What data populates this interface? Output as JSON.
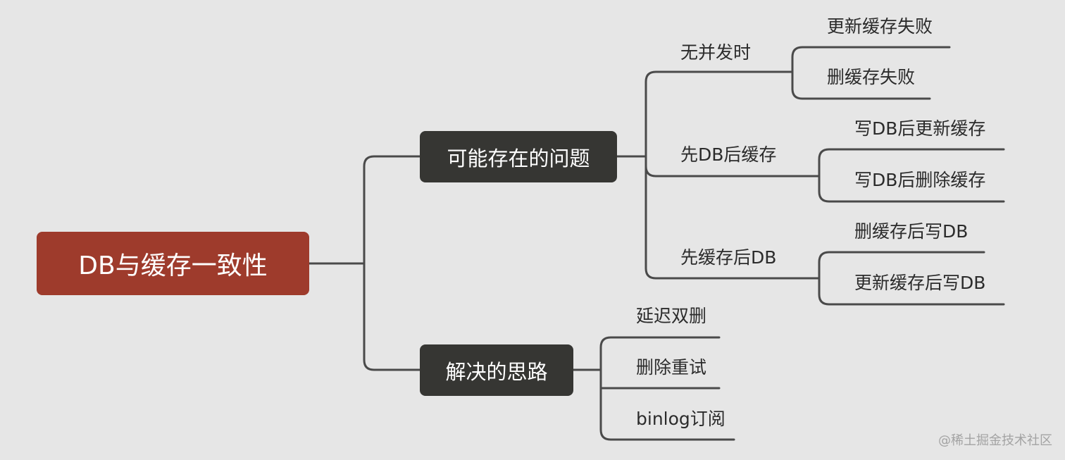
{
  "root": {
    "label": "DB与缓存一致性"
  },
  "branches": {
    "problems": {
      "label": "可能存在的问题",
      "groups": [
        {
          "label": "无并发时",
          "children": [
            "更新缓存失败",
            "删缓存失败"
          ]
        },
        {
          "label": "先DB后缓存",
          "children": [
            "写DB后更新缓存",
            "写DB后删除缓存"
          ]
        },
        {
          "label": "先缓存后DB",
          "children": [
            "删缓存后写DB",
            "更新缓存后写DB"
          ]
        }
      ]
    },
    "solutions": {
      "label": "解决的思路",
      "children": [
        "延迟双删",
        "删除重试",
        "binlog订阅"
      ]
    }
  },
  "watermark": "@稀土掘金技术社区",
  "colors": {
    "root_fill": "#9e3b2c",
    "branch_fill": "#363633",
    "line": "#4a4a4a",
    "background": "#e6e6e6"
  }
}
